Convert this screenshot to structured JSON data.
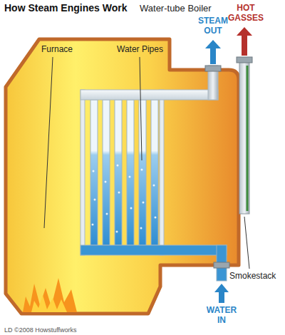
{
  "diagram": {
    "title": "How Steam Engines Work",
    "labels": [
      "Water-tube Boiler",
      "Furnace",
      "Water Pipes",
      "STEAM OUT",
      "HOT GASSES",
      "Smokestack",
      "WATER IN",
      "LD ©2008 Howstuffworks"
    ]
  }
}
